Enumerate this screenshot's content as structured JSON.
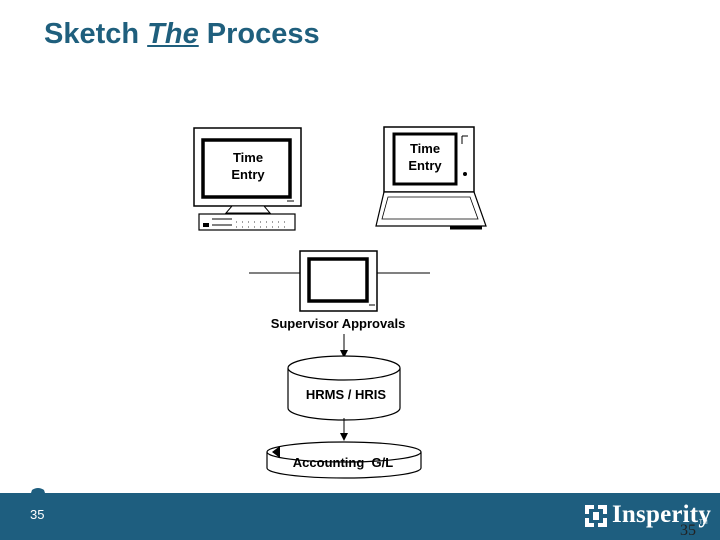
{
  "slide": {
    "title_prefix": "Sketch ",
    "title_em": "The",
    "title_suffix": " Process"
  },
  "diagram": {
    "desktop_screen_text": [
      "Time",
      "Entry"
    ],
    "laptop_screen_text": [
      "Time",
      "Entry"
    ],
    "supervisor_label": "Supervisor Approvals",
    "hrms_label": "HRMS / HRIS",
    "accounting_label": "Accounting  G/L"
  },
  "footer": {
    "page_number": "35",
    "brand": "Insperity",
    "trademark": "TM",
    "page_number_corner": "35"
  },
  "colors": {
    "title": "#1f5f7d",
    "footer_band": "#1e5e7f"
  }
}
